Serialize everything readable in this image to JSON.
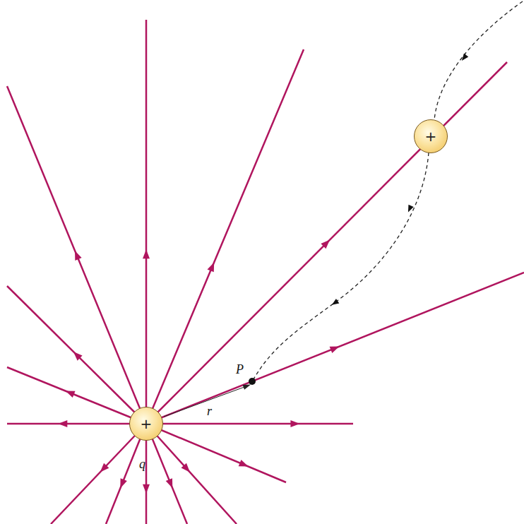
{
  "diagram": {
    "nodes": [
      {
        "text": [
          "+"
        ]
      },
      {
        "text": [
          "+"
        ]
      }
    ],
    "labels": [
      "q",
      "P",
      "r"
    ]
  }
}
